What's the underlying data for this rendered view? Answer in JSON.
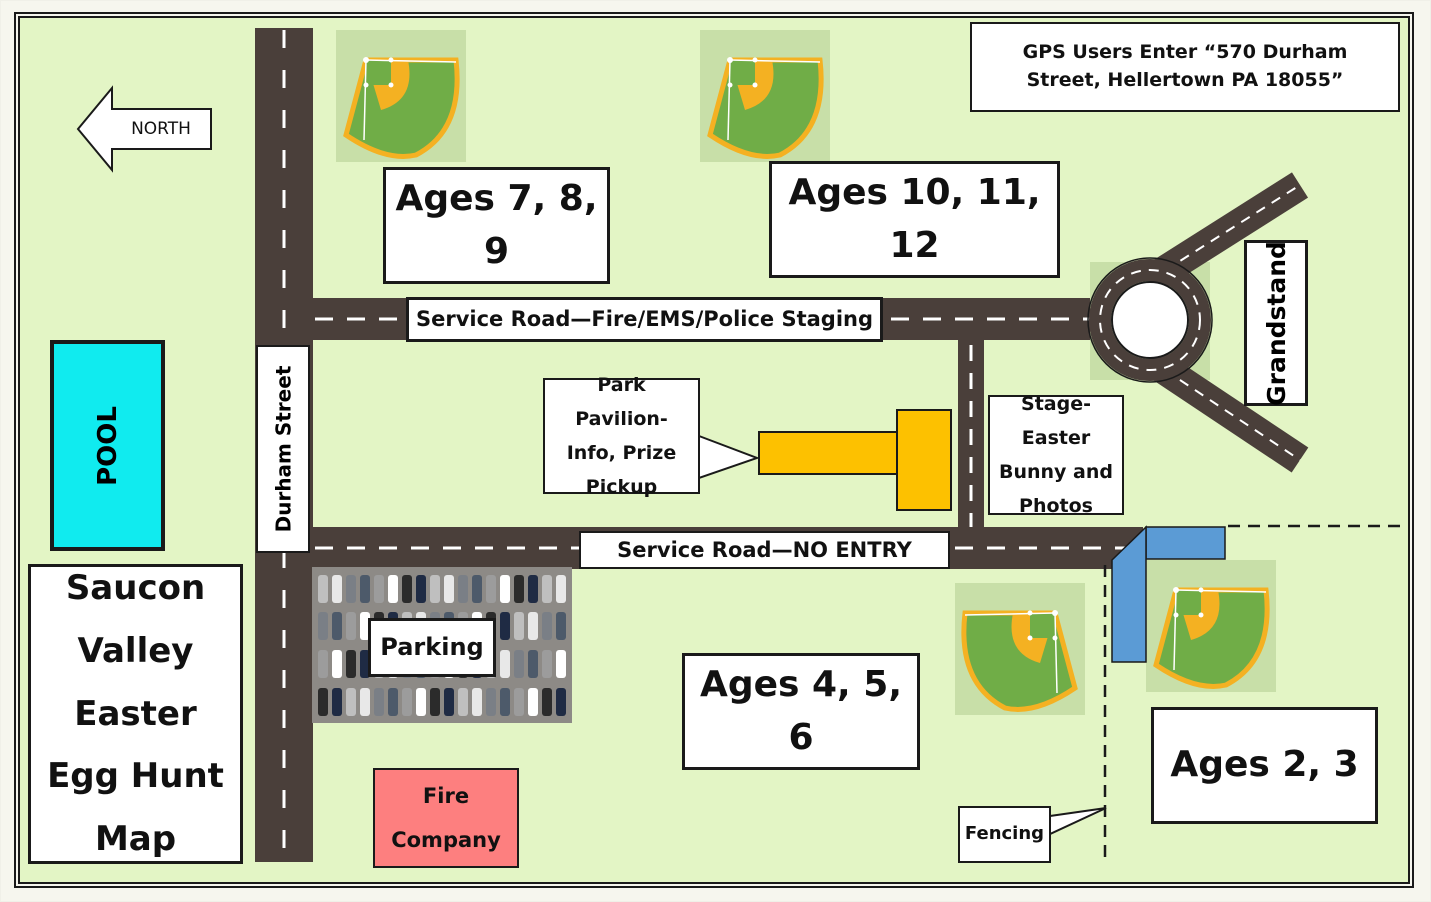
{
  "title": "Saucon Valley Easter Egg Hunt Map",
  "gps_note": "GPS Users Enter “570 Durham Street, Hellertown PA 18055”",
  "north_label": "NORTH",
  "labels": {
    "pool": "POOL",
    "durham_street": "Durham Street",
    "service_road_top": "Service Road—Fire/EMS/Police Staging",
    "service_road_bottom": "Service Road—NO ENTRY",
    "ages_7_8_9": "Ages 7, 8, 9",
    "ages_10_11_12": "Ages 10, 11, 12",
    "ages_4_5_6": "Ages 4, 5, 6",
    "ages_2_3": "Ages 2, 3",
    "grandstand": "Grandstand",
    "pavilion": "Park Pavilion-Info, Prize Pickup",
    "stage": "Stage-Easter Bunny and Photos",
    "parking": "Parking",
    "fire_company": "Fire Company",
    "fencing": "Fencing"
  },
  "colors": {
    "grass": "#e3f5c5",
    "road": "#4a3f3a",
    "pool": "#10ebef",
    "pavilion": "#fdc100",
    "fire_company": "#fd7f7f",
    "building_blue": "#5b9bd5",
    "field_green": "#70ad47",
    "infield_orange": "#f4b122"
  }
}
